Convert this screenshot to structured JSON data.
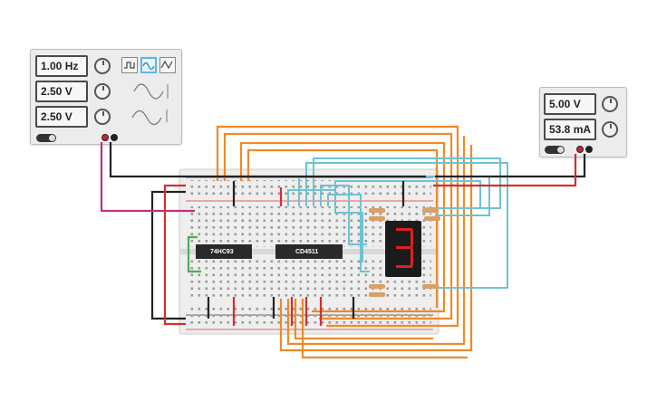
{
  "function_generator": {
    "frequency": "1.00 Hz",
    "amplitude": "2.50 V",
    "dc_offset": "2.50 V",
    "waveforms": [
      "square",
      "sine",
      "triangle"
    ],
    "selected_waveform": "sine",
    "power": "on"
  },
  "power_supply": {
    "voltage": "5.00 V",
    "current": "53.8 mA",
    "power": "on"
  },
  "chips": {
    "counter": "74HC93",
    "decoder": "CD4511"
  },
  "seven_segment": {
    "digit": "3",
    "color": "#e02020"
  },
  "colors": {
    "wire_orange": "#f08a24",
    "wire_cyan": "#6cc3d5",
    "wire_red": "#d32f2f",
    "wire_black": "#222222",
    "wire_green": "#4caf50",
    "wire_magenta": "#c2307a"
  }
}
